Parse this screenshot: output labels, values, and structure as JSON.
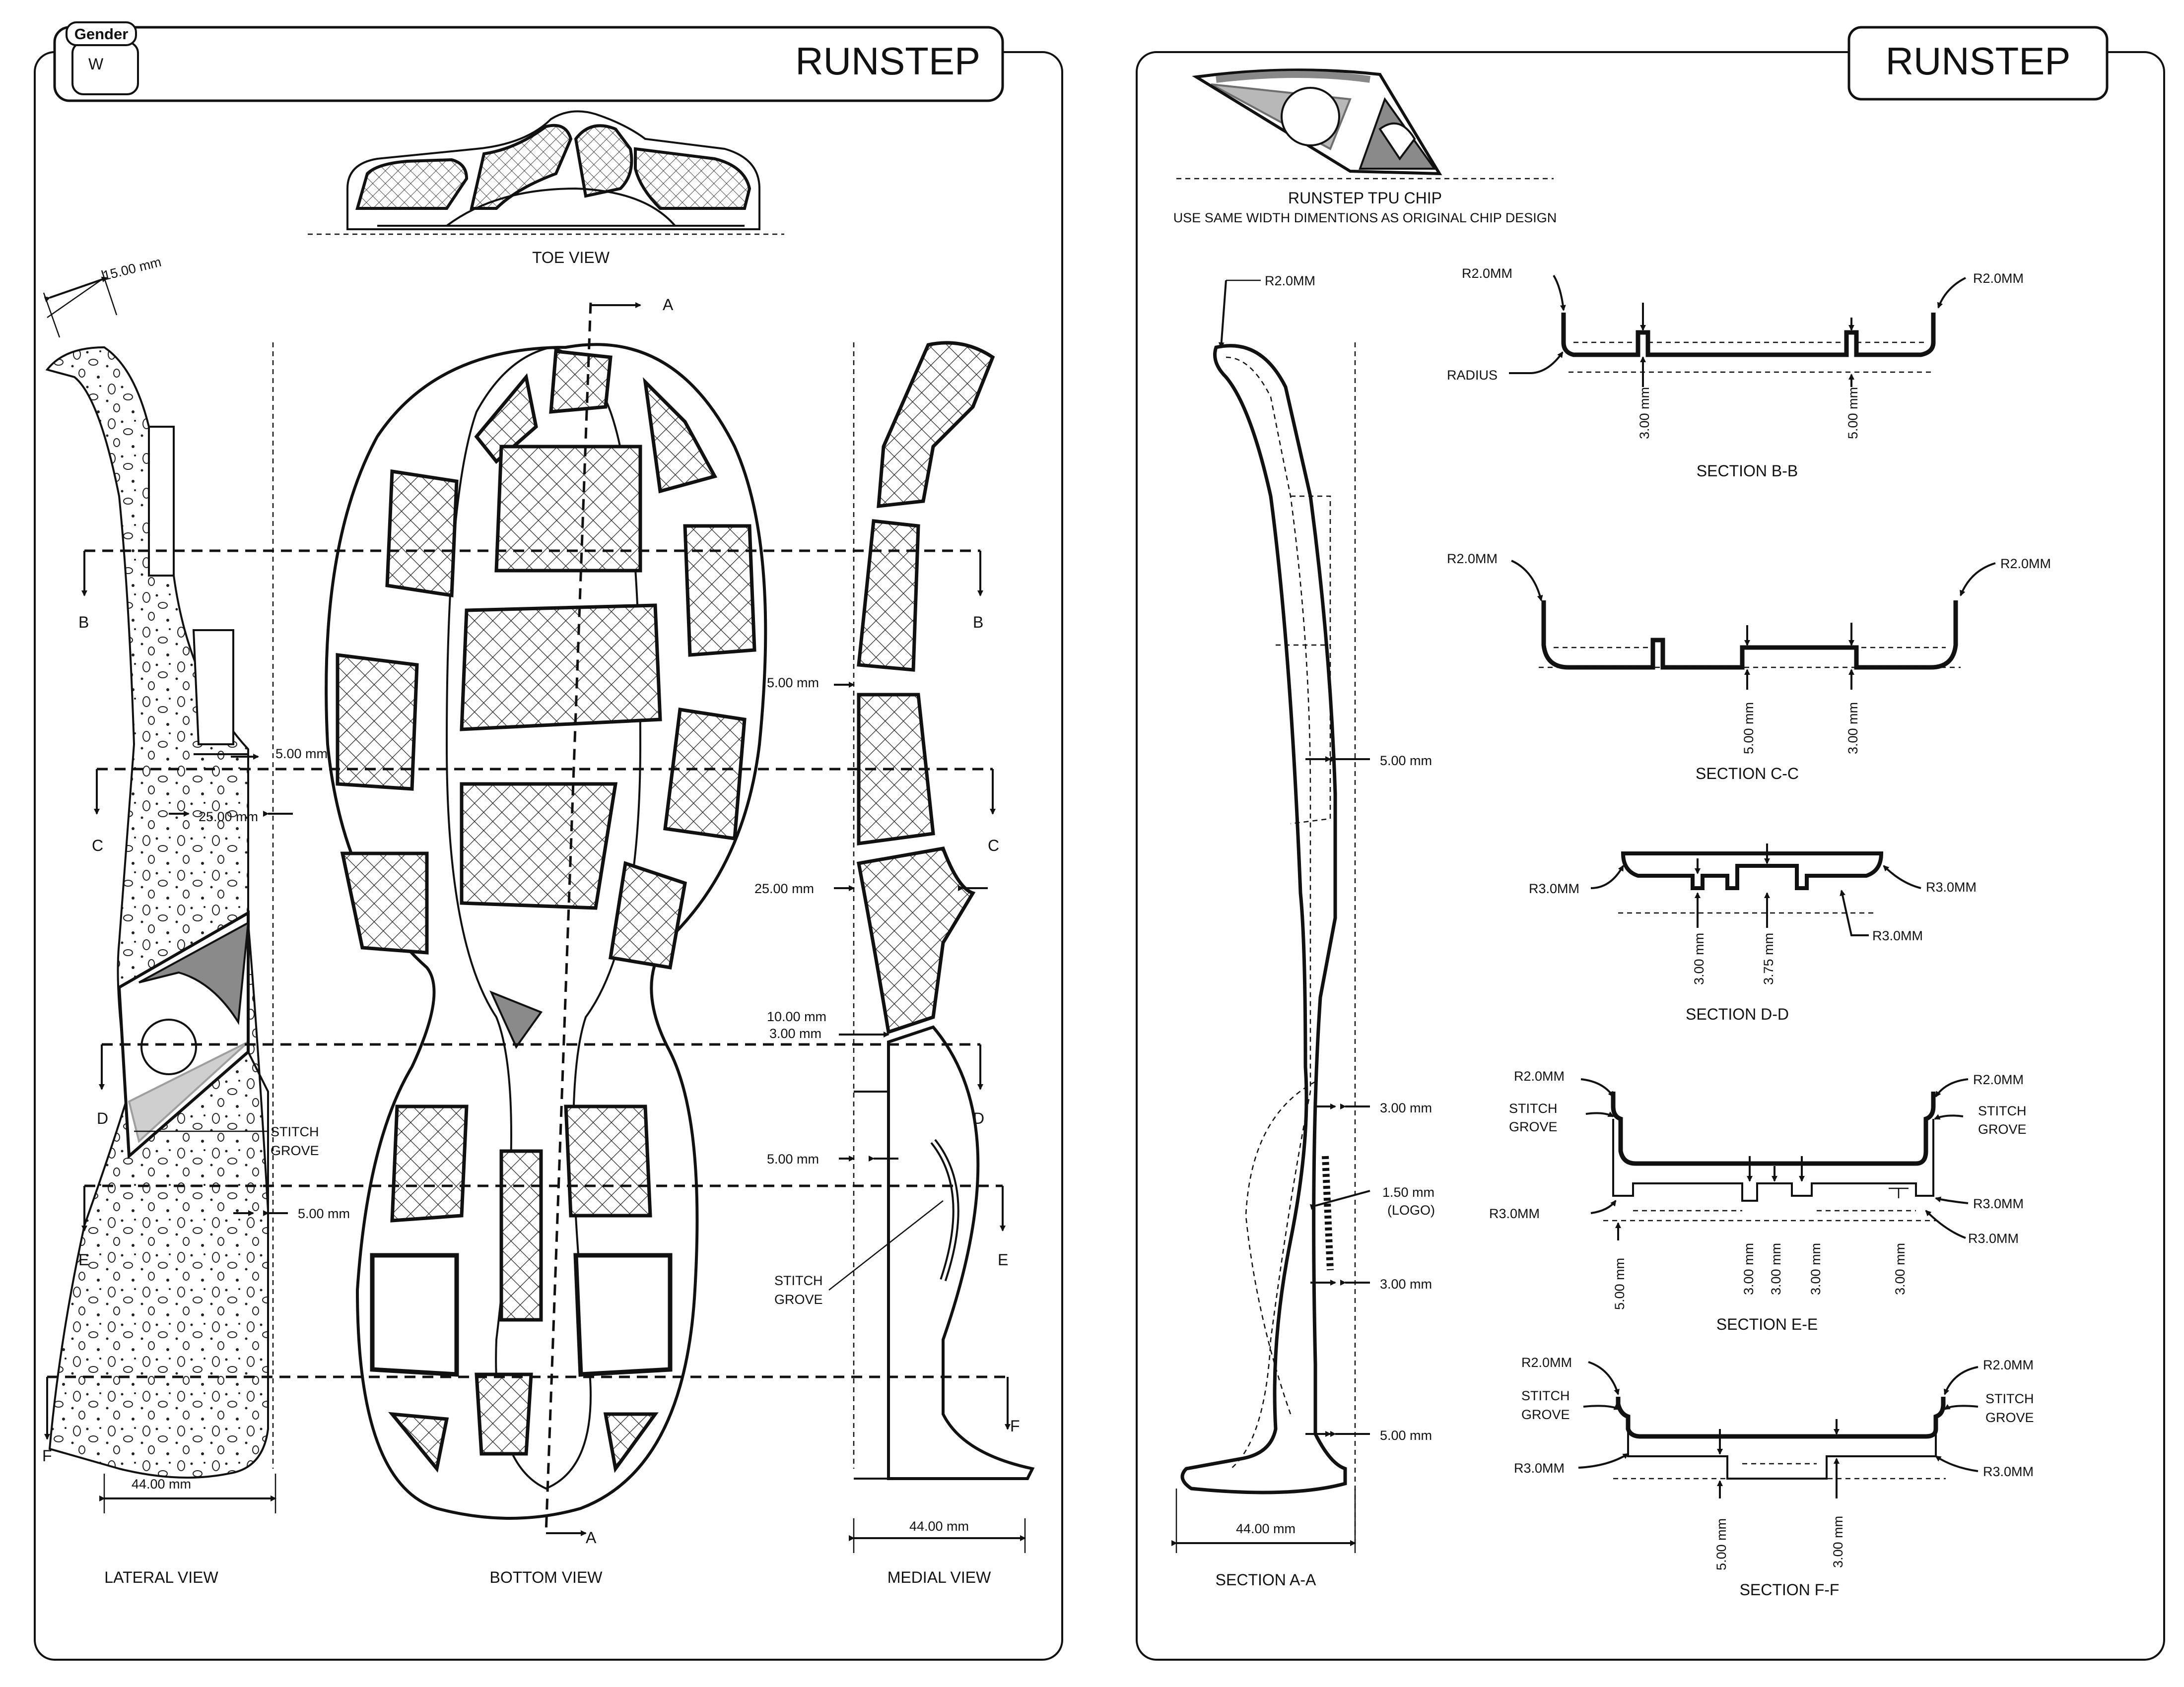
{
  "left_panel": {
    "brand": "RUNSTEP",
    "gender_label": "Gender",
    "gender_value": "W",
    "toe_view": "TOE VIEW",
    "lateral_view": "LATERAL VIEW",
    "bottom_view": "BOTTOM VIEW",
    "medial_view": "MEDIAL VIEW",
    "section_letters": [
      "A",
      "B",
      "C",
      "D",
      "E",
      "F"
    ],
    "dims": {
      "d15": "15.00 mm",
      "d5": "5.00 mm",
      "d25": "25.00 mm",
      "d10": "10.00 mm",
      "d3": "3.00 mm",
      "d44": "44.00 mm"
    },
    "stitch": "STITCH",
    "grove": "GROVE"
  },
  "right_panel": {
    "brand": "RUNSTEP",
    "chip_title": "RUNSTEP TPU CHIP",
    "chip_note": "USE SAME WIDTH DIMENTIONS AS ORIGINAL CHIP DESIGN",
    "r2": "R2.0MM",
    "r3": "R3.0MM",
    "radius": "RADIUS",
    "d3": "3.00 mm",
    "d375": "3.75 mm",
    "d5": "5.00 mm",
    "d150": "1.50 mm",
    "logo": "(LOGO)",
    "d44": "44.00 mm",
    "stitch": "STITCH",
    "grove": "GROVE",
    "sections": [
      "SECTION A-A",
      "SECTION B-B",
      "SECTION C-C",
      "SECTION D-D",
      "SECTION E-E",
      "SECTION F-F"
    ]
  }
}
